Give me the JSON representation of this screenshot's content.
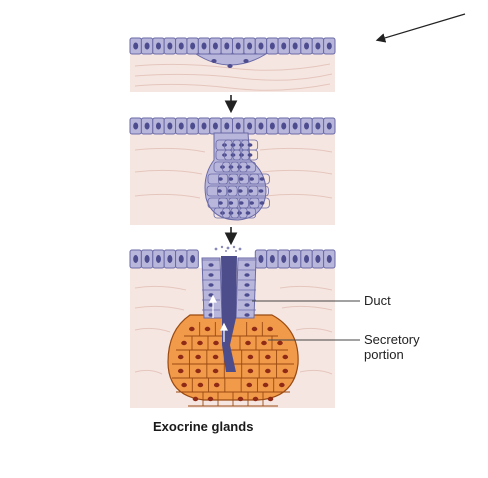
{
  "labels": {
    "duct": "Duct",
    "secretory_line1": "Secretory",
    "secretory_line2": "portion"
  },
  "caption": "Exocrine glands",
  "colors": {
    "epithelium": "#b9b6dc",
    "epithelium_stroke": "#6a6aa6",
    "nucleus": "#4c4c8f",
    "connective_tissue": "#f6e6e1",
    "connective_fiber": "#e4c6bd",
    "secretory_cell": "#f19a4a",
    "secretory_stroke": "#9a4a12",
    "secretory_nucleus": "#8e2a16",
    "lumen": "#4d4d8c",
    "arrow": "#222222"
  }
}
